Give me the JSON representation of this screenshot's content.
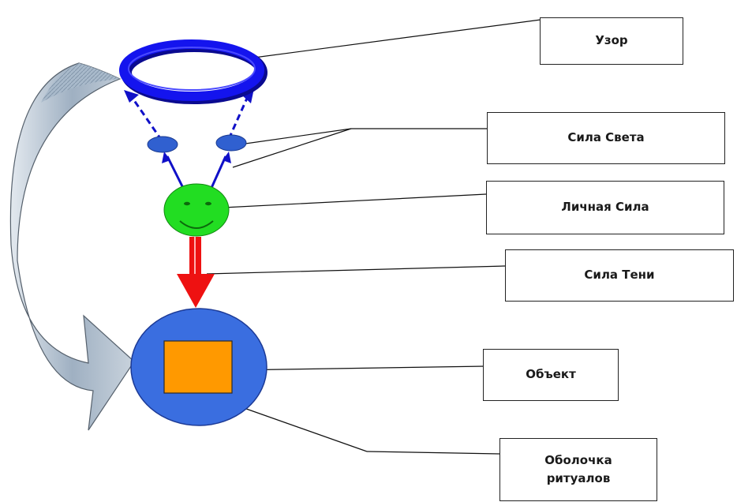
{
  "labels": {
    "pattern": "Узор",
    "light_force": "Сила Света",
    "personal_force": "Личная Сила",
    "shadow_force": "Сила Тени",
    "object": "Объект",
    "ritual_shell_line1": "Оболочка",
    "ritual_shell_line2": "ритуалов"
  },
  "colors": {
    "ring": "#1010e0",
    "light_nodes": "#3060d0",
    "face": "#22dd22",
    "shadow_arrow": "#ee1111",
    "shell": "#3a6ee0",
    "object": "#ff9900",
    "return_arrow": "#93a6ba"
  }
}
